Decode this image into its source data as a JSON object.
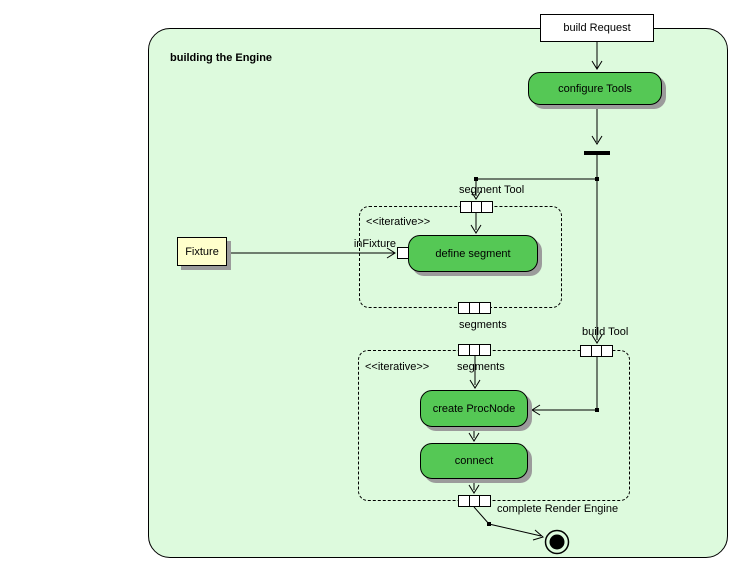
{
  "frame": {
    "title": "building the Engine"
  },
  "nodes": {
    "build_request": "build Request",
    "configure_tools": "configure Tools",
    "define_segment": "define segment",
    "create_procnode": "create ProcNode",
    "connect": "connect",
    "fixture": "Fixture"
  },
  "labels": {
    "segment_tool": "segment Tool",
    "iterative_region1": "<<iterative>>",
    "iterative_region2": "<<iterative>>",
    "in_fixture": "inFixture",
    "segments_between": "segments",
    "segments_inner": "segments",
    "build_tool": "build Tool",
    "complete_render_engine": "complete Render Engine"
  },
  "icons": {
    "fork_bar": "fork-bar",
    "final_node": "activity-final-node",
    "junction_dots": "junction-dot"
  },
  "colors": {
    "frame_fill": "#ddfadd",
    "activity_fill": "#55c855",
    "object_fill": "#ffffcc",
    "shadow": "#9b9b9b",
    "line": "#000000"
  }
}
